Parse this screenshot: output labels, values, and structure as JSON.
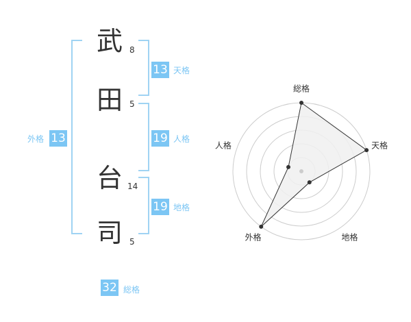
{
  "name": {
    "chars": [
      {
        "char": "武",
        "strokes": "8"
      },
      {
        "char": "田",
        "strokes": "5"
      },
      {
        "char": "台",
        "strokes": "14"
      },
      {
        "char": "司",
        "strokes": "5"
      }
    ]
  },
  "fortune": {
    "tenkaku": {
      "value": "13",
      "label": "天格"
    },
    "jinkaku": {
      "value": "19",
      "label": "人格"
    },
    "chikaku": {
      "value": "19",
      "label": "地格"
    },
    "gaikaku": {
      "value": "13",
      "label": "外格"
    },
    "soukaku": {
      "value": "32",
      "label": "総格"
    }
  },
  "chart_data": {
    "type": "radar",
    "axes": [
      "総格",
      "天格",
      "地格",
      "外格",
      "人格"
    ],
    "values": [
      5,
      5,
      1,
      5,
      1
    ],
    "rlim": [
      0,
      5
    ],
    "rings": 5,
    "colors": {
      "fill": "#f0f0f0",
      "line": "#333333",
      "ring": "#cccccc",
      "center": "#cccccc",
      "point": "#333333"
    }
  }
}
